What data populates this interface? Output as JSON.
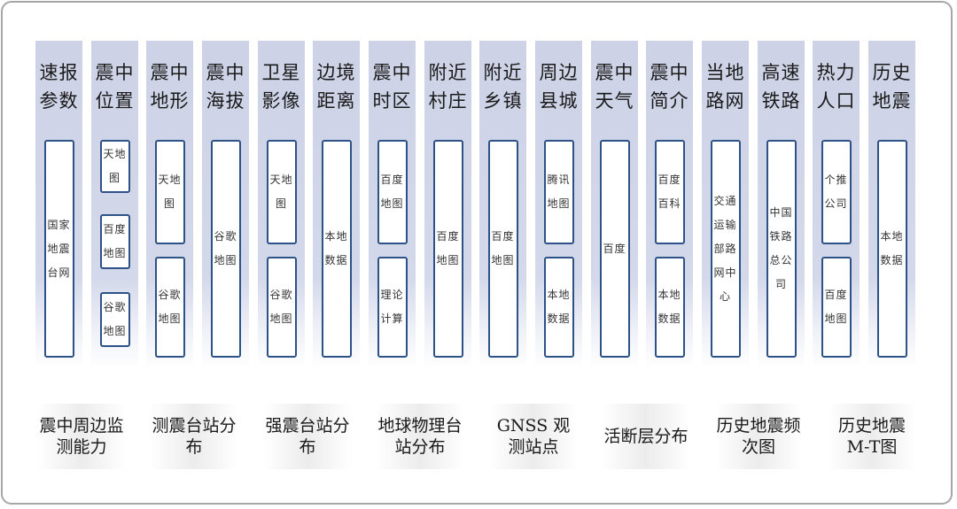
{
  "columns": [
    {
      "title": [
        "速报",
        "参数"
      ],
      "boxes": [
        "国家地震台网"
      ]
    },
    {
      "title": [
        "震中",
        "位置"
      ],
      "boxes": [
        "天地图",
        "百度地图",
        "谷歌地图"
      ]
    },
    {
      "title": [
        "震中",
        "地形"
      ],
      "boxes": [
        "天地图",
        "谷歌地图"
      ]
    },
    {
      "title": [
        "震中",
        "海拔"
      ],
      "boxes": [
        "谷歌地图"
      ]
    },
    {
      "title": [
        "卫星",
        "影像"
      ],
      "boxes": [
        "天地图",
        "谷歌地图"
      ]
    },
    {
      "title": [
        "边境",
        "距离"
      ],
      "boxes": [
        "本地数据"
      ]
    },
    {
      "title": [
        "震中",
        "时区"
      ],
      "boxes": [
        "百度地图",
        "理论计算"
      ]
    },
    {
      "title": [
        "附近",
        "村庄"
      ],
      "boxes": [
        "百度地图"
      ]
    },
    {
      "title": [
        "附近",
        "乡镇"
      ],
      "boxes": [
        "百度地图"
      ]
    },
    {
      "title": [
        "周边",
        "县城"
      ],
      "boxes": [
        "腾讯地图",
        "本地数据"
      ]
    },
    {
      "title": [
        "震中",
        "天气"
      ],
      "boxes": [
        "百度"
      ]
    },
    {
      "title": [
        "震中",
        "简介"
      ],
      "boxes": [
        "百度百科",
        "本地数据"
      ]
    },
    {
      "title": [
        "当地",
        "路网"
      ],
      "boxes": [
        "交通运输部路网中心"
      ]
    },
    {
      "title": [
        "高速",
        "铁路"
      ],
      "boxes": [
        "中国铁路总公司"
      ]
    },
    {
      "title": [
        "热力",
        "人口"
      ],
      "boxes": [
        "个推公司",
        "百度地图"
      ]
    },
    {
      "title": [
        "历史",
        "地震"
      ],
      "boxes": [
        "本地数据"
      ]
    }
  ],
  "bottom": [
    "震中周边监测能力",
    "测震台站分布",
    "强震台站分布",
    "地球物理台站分布",
    "GNSS 观测站点",
    "活断层分布",
    "历史地震频次图",
    "历史地震M-T图"
  ]
}
